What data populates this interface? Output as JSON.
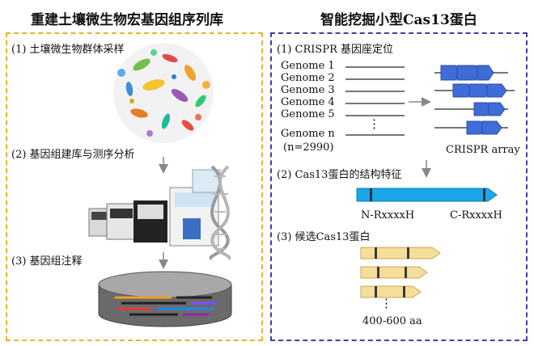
{
  "colors": {
    "left_border": "#e8b52b",
    "right_border": "#3f3fa8",
    "blue_arrow": "#4a6cd0",
    "cyan_bar": "#1aa7e8",
    "cand": "#f5dd9a",
    "cand_border": "#c8a95a",
    "dish": "#646464"
  },
  "left": {
    "title": "重建土壤微生物宏基因组序列库",
    "step1": "(1) 土壤微生物群体采样",
    "step2": "(2) 基因组建库与测序分析",
    "step3": "(3) 基因组注释"
  },
  "right": {
    "title": "智能挖掘小型Cas13蛋白",
    "step1": "(1) CRISPR 基因座定位",
    "genomes": [
      "Genome 1",
      "Genome 2",
      "Genome 3",
      "Genome 4",
      "Genome 5"
    ],
    "genome_ellipsis": "⋮",
    "genome_n": "Genome n",
    "genome_count": "(n=2990)",
    "crispr_label": "CRISPR array",
    "step2": "(2) Cas13蛋白的结构特征",
    "n_motif": "N-RxxxxH",
    "c_motif": "C-RxxxxH",
    "step3": "(3) 候选Cas13蛋白",
    "cand_ellipsis": "⋮",
    "size_range": "400-600 aa"
  },
  "icons": [
    "microbes-cluster-icon",
    "sequencer-machines-icon",
    "dna-helix-icon",
    "petri-dish-icon"
  ]
}
